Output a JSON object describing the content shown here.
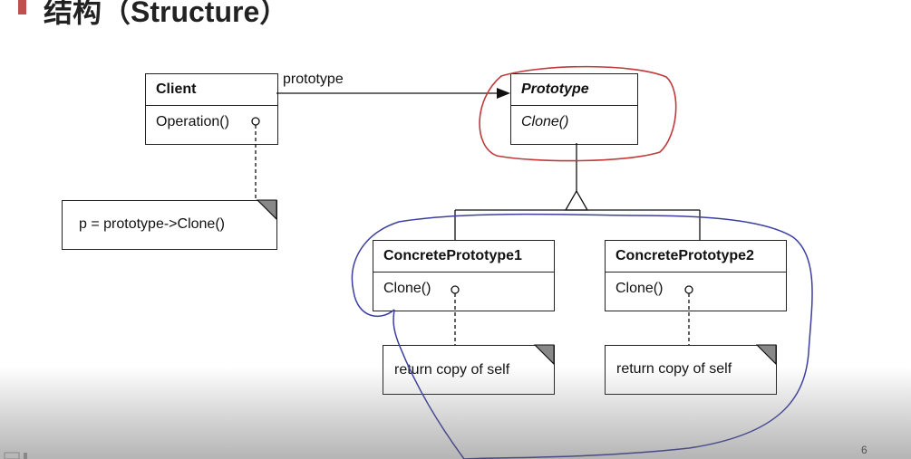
{
  "slide": {
    "title": "结构（Structure）",
    "page_number": "6",
    "accent_color": "#c0504d"
  },
  "diagram": {
    "client": {
      "name": "Client",
      "operation": "Operation()"
    },
    "prototype": {
      "name": "Prototype",
      "operation": "Clone()"
    },
    "concrete1": {
      "name": "ConcretePrototype1",
      "operation": "Clone()"
    },
    "concrete2": {
      "name": "ConcretePrototype2",
      "operation": "Clone()"
    },
    "association_label": "prototype",
    "client_note": "p = prototype->Clone()",
    "concrete1_note": "return copy of self",
    "concrete2_note": "return copy of self"
  },
  "annotations": {
    "red_ink_color": "#c0393b",
    "blue_ink_color": "#3b3fa0"
  }
}
